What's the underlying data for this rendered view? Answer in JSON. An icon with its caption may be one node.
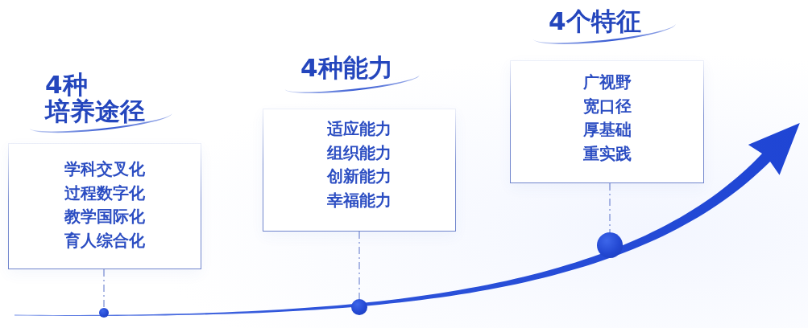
{
  "diagram": {
    "nodes": [
      {
        "text": [
          "4种培养途径",
          "学科交叉化",
          "过程数字化",
          "教学国际化",
          "育人综合化"
        ]
      },
      {
        "text": [
          "4种能力",
          "适应能力",
          "组织能力",
          "创新能力",
          "幸福能力"
        ]
      },
      {
        "text": [
          "4个特征",
          "广视野",
          "宽口径",
          "厚基础",
          "重实践"
        ]
      },
      {
        "text": [],
        "shape": "circle"
      },
      {
        "text": [],
        "shape": "circle"
      },
      {
        "text": [],
        "shape": "circle"
      }
    ],
    "edges": [
      {
        "from": 0,
        "to": 3,
        "arrow": "none",
        "style": "dashed"
      },
      {
        "from": 1,
        "to": 4,
        "arrow": "none",
        "style": "dashed"
      },
      {
        "from": 2,
        "to": 5,
        "arrow": "none",
        "style": "dashed"
      }
    ]
  }
}
